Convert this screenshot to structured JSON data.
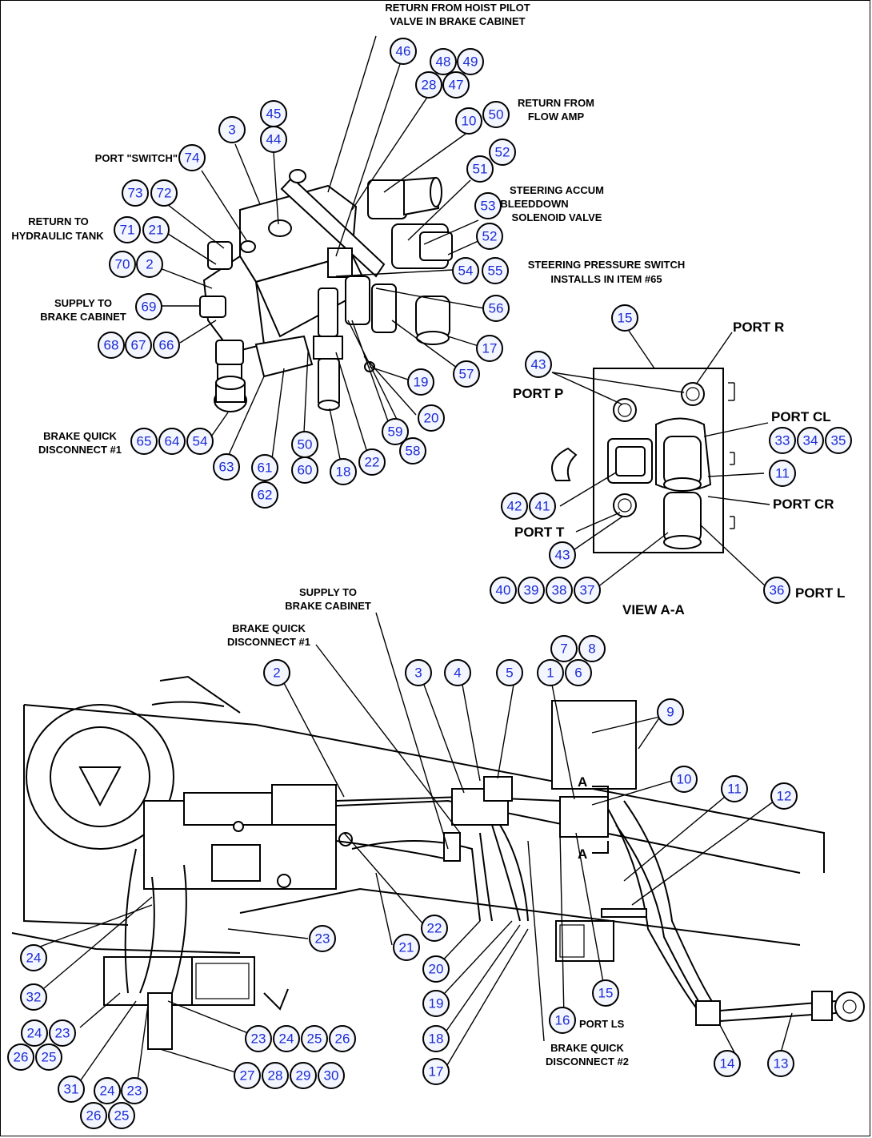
{
  "labels": {
    "return_hoist": "RETURN FROM HOIST PILOT",
    "return_hoist_2": "VALVE IN BRAKE CABINET",
    "return_flow": "RETURN FROM",
    "return_flow_2": "FLOW AMP",
    "port_switch": "PORT \"SWITCH\"",
    "steering_accum": "STEERING ACCUM",
    "steering_accum_2": "BLEEDDOWN",
    "steering_accum_3": "SOLENOID VALVE",
    "return_tank": "RETURN TO",
    "return_tank_2": "HYDRAULIC TANK",
    "steering_switch": "STEERING PRESSURE SWITCH",
    "steering_switch_2": "INSTALLS IN ITEM #65",
    "supply_brake": "SUPPLY TO",
    "supply_brake_2": "BRAKE CABINET",
    "brake_qd1": "BRAKE QUICK",
    "brake_qd1_2": "DISCONNECT #1",
    "port_r": "PORT R",
    "port_p": "PORT P",
    "port_cl": "PORT CL",
    "port_cr": "PORT CR",
    "port_t": "PORT T",
    "port_l": "PORT L",
    "view_aa": "VIEW A-A",
    "supply_brake_b": "SUPPLY TO",
    "supply_brake_b_2": "BRAKE CABINET",
    "brake_qd1_b": "BRAKE QUICK",
    "brake_qd1_b_2": "DISCONNECT #1",
    "port_ls": "PORT LS",
    "brake_qd2": "BRAKE QUICK",
    "brake_qd2_2": "DISCONNECT #2",
    "section_a1": "A",
    "section_a2": "A"
  },
  "callouts": [
    "46",
    "48",
    "49",
    "28",
    "47",
    "45",
    "3",
    "44",
    "50",
    "10",
    "52",
    "74",
    "51",
    "73",
    "72",
    "53",
    "71",
    "21",
    "52",
    "70",
    "2",
    "54",
    "55",
    "69",
    "56",
    "68",
    "67",
    "66",
    "17",
    "19",
    "57",
    "20",
    "59",
    "58",
    "65",
    "64",
    "54",
    "50",
    "22",
    "63",
    "61",
    "60",
    "18",
    "62",
    "15",
    "43",
    "33",
    "34",
    "35",
    "11",
    "42",
    "41",
    "43",
    "40",
    "39",
    "38",
    "37",
    "36",
    "7",
    "8",
    "2",
    "3",
    "4",
    "5",
    "1",
    "6",
    "9",
    "10",
    "11",
    "12",
    "23",
    "24",
    "22",
    "21",
    "20",
    "32",
    "19",
    "24",
    "23",
    "15",
    "26",
    "25",
    "16",
    "23",
    "24",
    "25",
    "26",
    "18",
    "14",
    "13",
    "27",
    "28",
    "29",
    "30",
    "17",
    "31",
    "24",
    "23",
    "26",
    "25"
  ]
}
